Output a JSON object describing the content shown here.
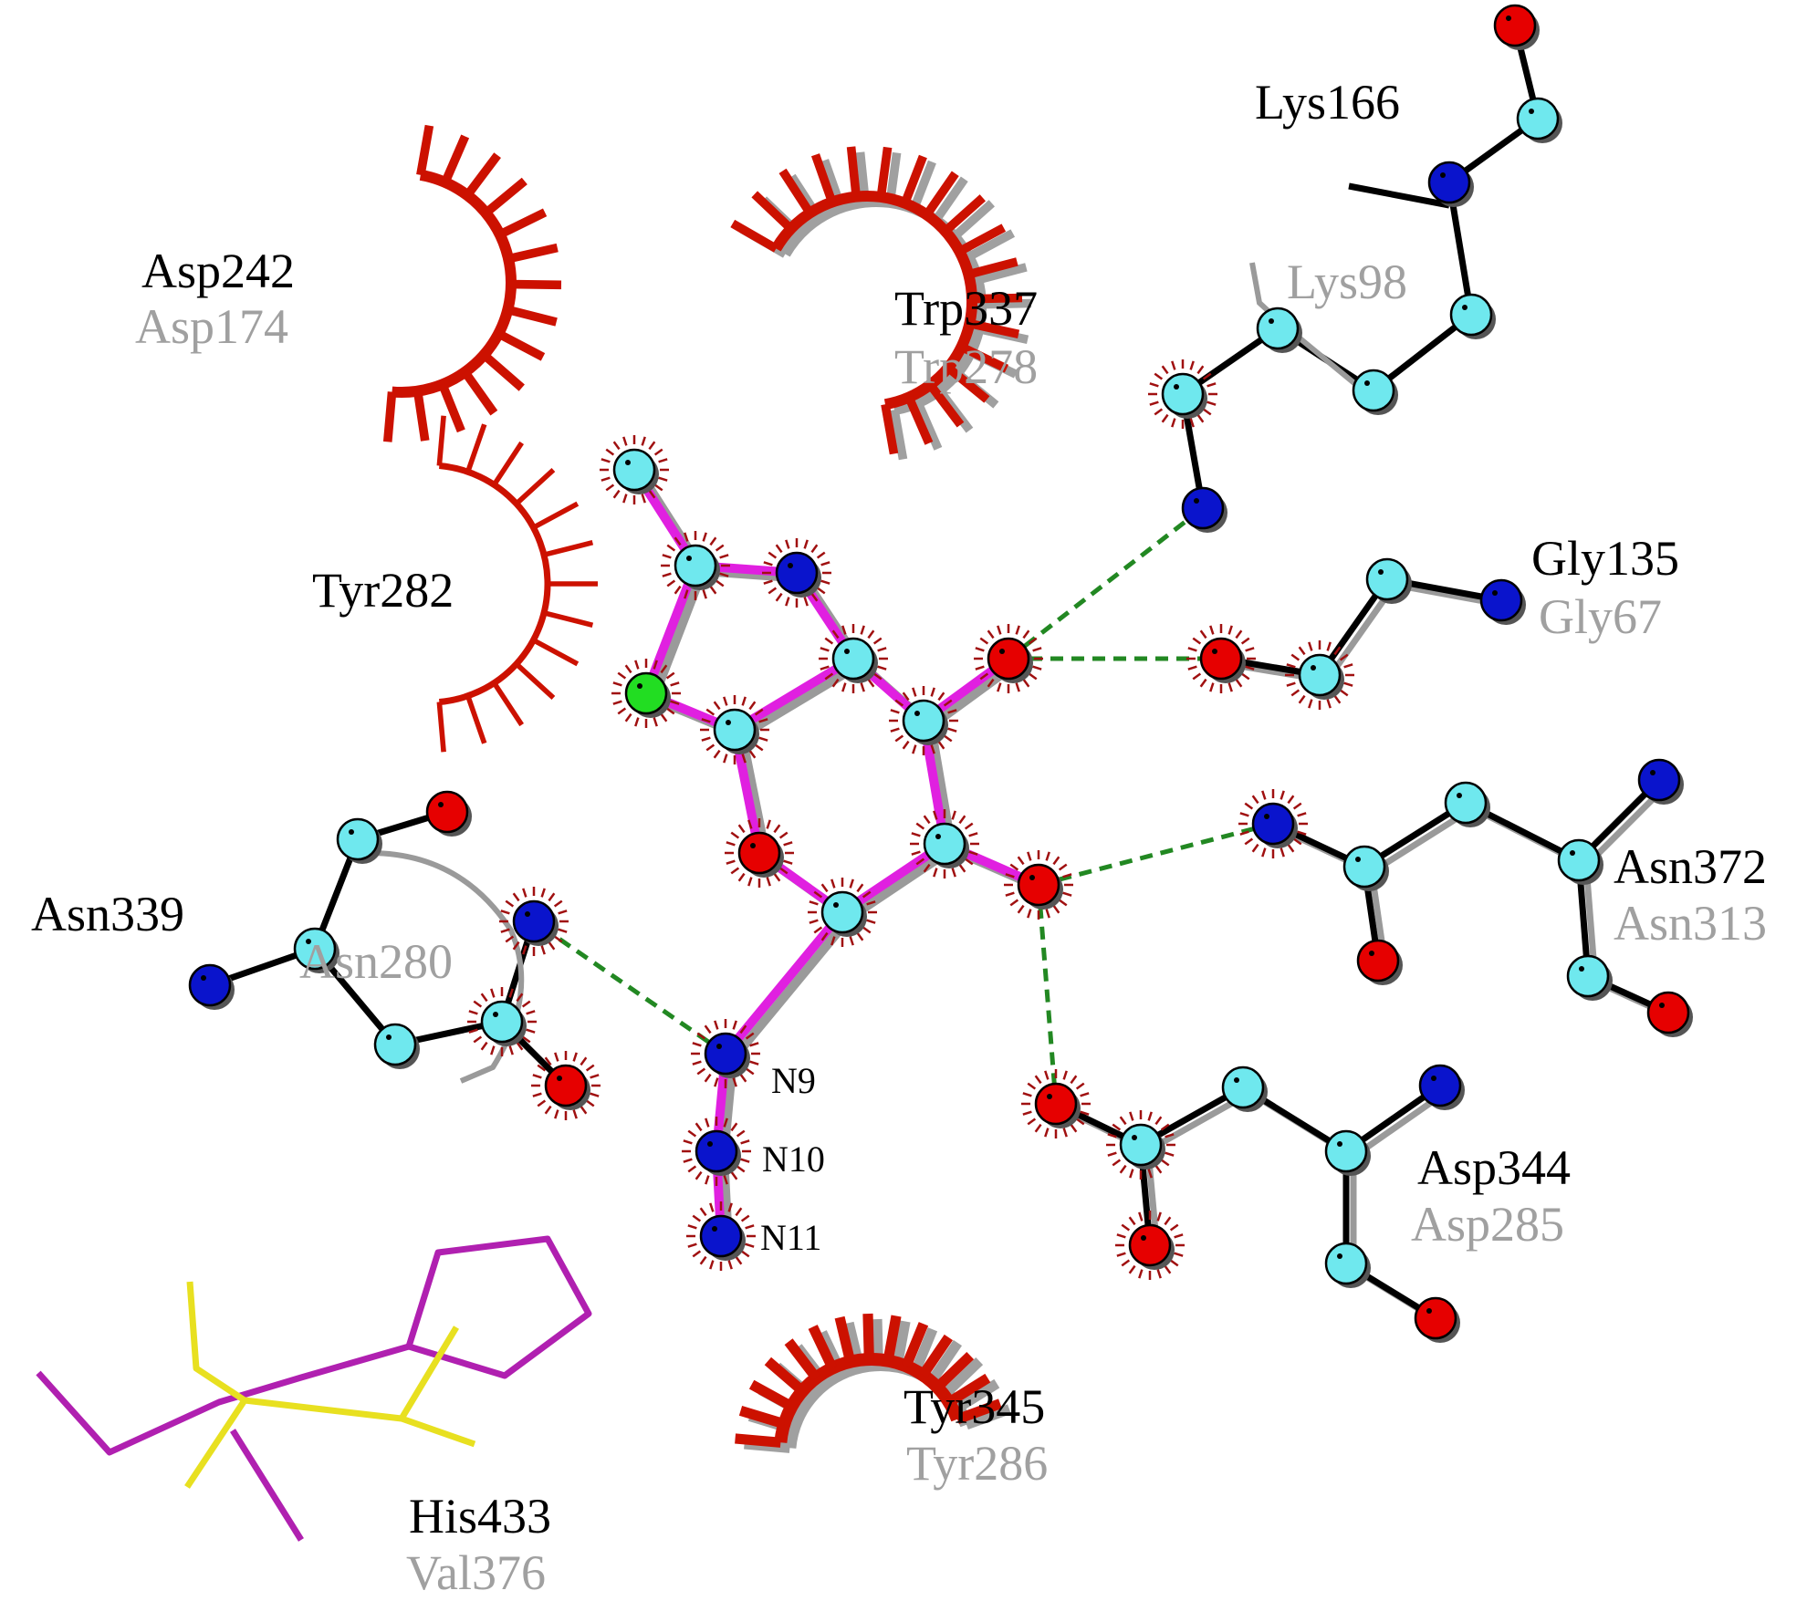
{
  "colors": {
    "primary_label": "#000000",
    "secondary_label": "#a0a0a0",
    "hydrophobic_arc": "#cc1100",
    "ligand_bond": "#e020e0",
    "residue_bond": "#000000",
    "shadow_bond": "#9a9a9a",
    "hbond": "#228822",
    "carbon_atom": "#6fe8ee",
    "nitrogen_atom": "#0a14cc",
    "oxygen_atom": "#e60000",
    "chlorine_atom": "#22dd22",
    "his_overlay": "#b020b0",
    "val_overlay": "#e8e020"
  },
  "residues": {
    "lys": {
      "primary": "Lys166",
      "secondary": "Lys98"
    },
    "asp242": {
      "primary": "Asp242",
      "secondary": "Asp174"
    },
    "trp": {
      "primary": "Trp337",
      "secondary": "Trp278"
    },
    "tyr282": {
      "primary": "Tyr282"
    },
    "gly": {
      "primary": "Gly135",
      "secondary": "Gly67"
    },
    "asn339": {
      "primary": "Asn339",
      "secondary": "Asn280"
    },
    "asn372": {
      "primary": "Asn372",
      "secondary": "Asn313"
    },
    "asp344": {
      "primary": "Asp344",
      "secondary": "Asp285"
    },
    "tyr345": {
      "primary": "Tyr345",
      "secondary": "Tyr286"
    },
    "his": {
      "primary": "His433",
      "secondary": "Val376"
    }
  },
  "ligand_atoms": {
    "n9": "N9",
    "n10": "N10",
    "n11": "N11"
  }
}
